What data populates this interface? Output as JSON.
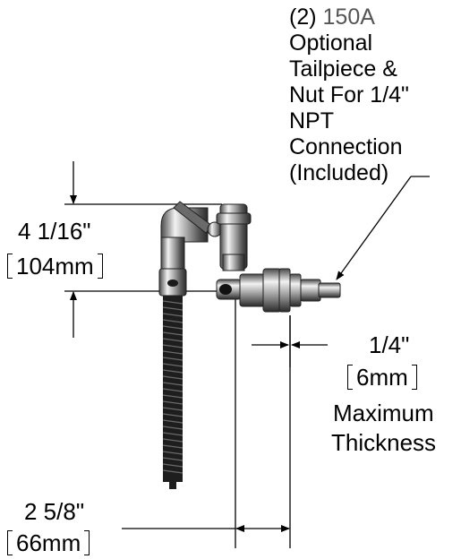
{
  "callout": {
    "qty": "(2)",
    "model": "150A",
    "lines": [
      "Optional",
      "Tailpiece &",
      "Nut For 1/4\"",
      "NPT",
      "Connection",
      "(Included)"
    ]
  },
  "dim_height": {
    "imperial": "4 1/16\"",
    "metric": "104mm"
  },
  "dim_thickness": {
    "imperial": "1/4\"",
    "metric": "6mm",
    "note_1": "Maximum",
    "note_2": "Thickness"
  },
  "dim_width": {
    "imperial": "2 5/8\"",
    "metric": "66mm"
  },
  "colors": {
    "ink": "#000000",
    "chrome_light": "#e6e6e6",
    "chrome_mid": "#9a9a9a",
    "chrome_dark": "#3a3a3a",
    "hose": "#202020"
  }
}
